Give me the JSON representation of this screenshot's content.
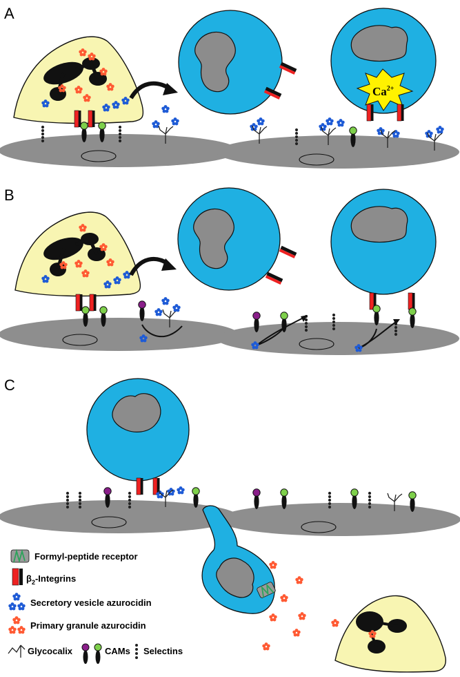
{
  "panels": {
    "a": {
      "label": "A"
    },
    "b": {
      "label": "B"
    },
    "c": {
      "label": "C"
    }
  },
  "calcium": {
    "base": "Ca",
    "sup": "2+"
  },
  "legend": {
    "formyl_receptor": "Formyl-peptide receptor",
    "integrins_prefix": "β",
    "integrins_sub": "2",
    "integrins_suffix": "-Integrins",
    "secretory": "Secretory vesicle azurocidin",
    "primary": "Primary granule azurocidin",
    "glycocalix": "Glycocalix",
    "cams": "CAMs",
    "selectins": "Selectins"
  },
  "colors": {
    "neutrophil_blue": "#1fb0e2",
    "cell_yellow": "#f8f5b2",
    "nucleus_gray": "#8c8c8c",
    "endothelium_gray": "#8e8e8e",
    "integrin_red": "#ee2222",
    "secretory_blue": "#1e5bd6",
    "primary_orange": "#ff5a33",
    "cam_green": "#7ed04b",
    "cam_purple": "#8a1f8a",
    "calcium_yellow": "#fff200"
  }
}
